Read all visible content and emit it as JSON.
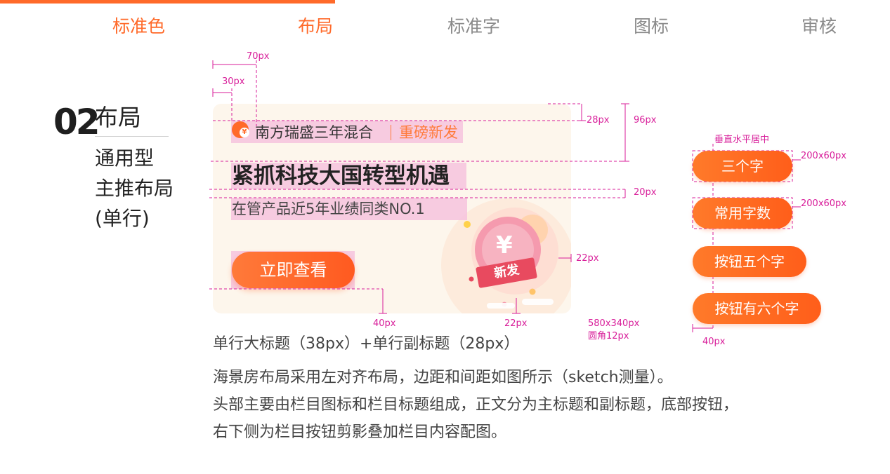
{
  "tabs": [
    {
      "label": "标准色",
      "active": true
    },
    {
      "label": "布局",
      "active": true
    },
    {
      "label": "标准字",
      "active": false
    },
    {
      "label": "图标",
      "active": false
    },
    {
      "label": "审核",
      "active": false
    }
  ],
  "section": {
    "number": "02",
    "title": "布局",
    "subtitle_lines": [
      "通用型",
      "主推布局",
      "(单行)"
    ]
  },
  "card": {
    "column_name": "南方瑞盛三年混合",
    "column_tag": "重磅新发",
    "title": "紧抓科技大国转型机遇",
    "subtitle": "在管产品近5年业绩同类NO.1",
    "button_label": "立即查看",
    "badge_glyph": "¥",
    "art_ribbon": "新发",
    "art_coin": "¥"
  },
  "measurements": {
    "left_70": "70px",
    "left_30": "30px",
    "top_28": "28px",
    "top_96": "96px",
    "gap_20": "20px",
    "right_22": "22px",
    "bottom_40": "40px",
    "bottom_22": "22px",
    "card_size": "580x340px",
    "card_radius": "圆角12px",
    "btn_align": "垂直水平居中",
    "btn_size_1": "200x60px",
    "btn_size_2": "200x60px",
    "btn_gap": "40px"
  },
  "right_buttons": [
    "三个字",
    "常用字数",
    "按钮五个字",
    "按钮有六个字"
  ],
  "caption": "单行大标题（38px）+单行副标题（28px）",
  "description": [
    "海景房布局采用左对齐布局，边距和间距如图所示（sketch测量）。",
    "头部主要由栏目图标和栏目标题组成，正文分为主标题和副标题，底部按钮，",
    "右下侧为栏目按钮剪影叠加栏目内容配图。"
  ],
  "colors": {
    "brand": "#ff6a2a",
    "annotation": "#d81e9a",
    "highlight": "#f6c3de",
    "card_bg": "#fdf6ec"
  }
}
